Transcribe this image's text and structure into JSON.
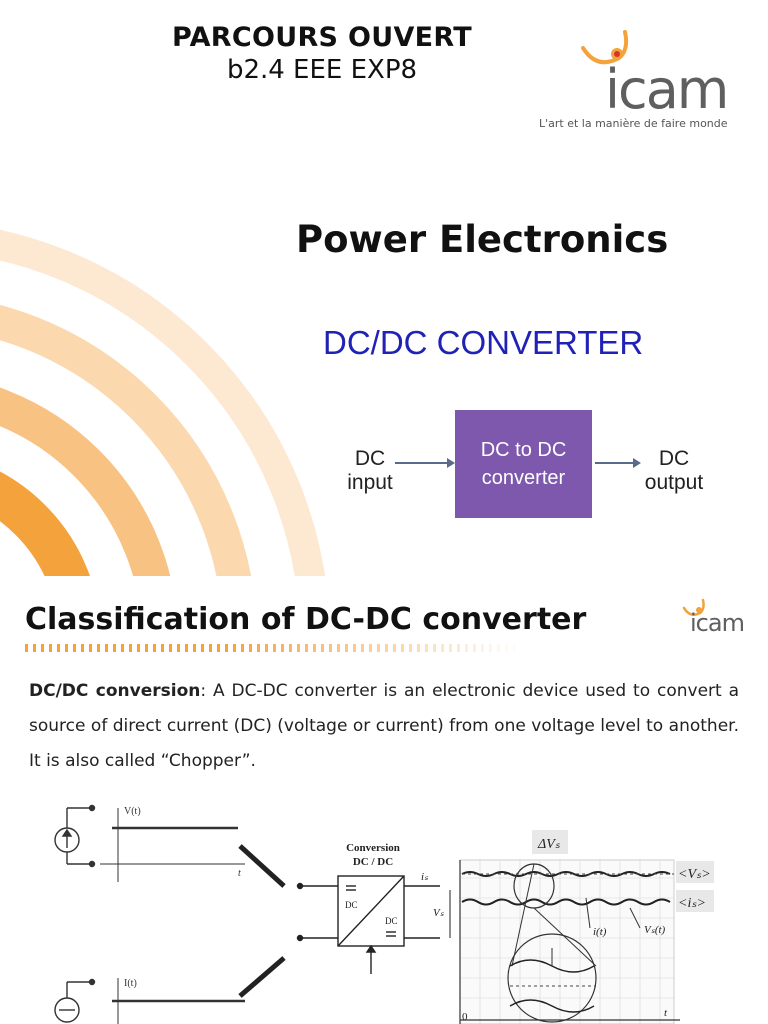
{
  "slide1": {
    "course_title": "PARCOURS OUVERT",
    "course_code": "b2.4 EEE EXP8",
    "logo": {
      "word": "icam",
      "tagline": "L'art et la manière de faire monde",
      "brand_color": "#f3a23c",
      "text_color": "#5f5f5f"
    },
    "title": "Power Electronics",
    "subtitle": "DC/DC CONVERTER",
    "block_diagram": {
      "input": [
        "DC",
        "input"
      ],
      "box": [
        "DC to DC",
        "converter"
      ],
      "output": [
        "DC",
        "output"
      ],
      "box_color": "#7d58ad"
    }
  },
  "slide2": {
    "title": "Classification of DC-DC converter",
    "logo_word": "icam",
    "term": "DC/DC conversion",
    "definition": ": A DC-DC converter is an electronic device used to convert a source of direct current (DC) (voltage or current) from one voltage level to another. It is also called “Chopper”.",
    "figure": {
      "voltage_axis": "V(t)",
      "current_axis": "I(t)",
      "time_axis": "t",
      "block_title": [
        "Conversion",
        "DC / DC"
      ],
      "block_in": "DC",
      "block_out": "DC",
      "i_s": "iₛ",
      "v_s": "Vₛ",
      "delta": "ΔVₛ",
      "avg_v": "<Vₛ>",
      "avg_i": "<iₛ>",
      "wave_i": "i(t)",
      "wave_v": "Vₛ(t)",
      "origin": "0",
      "t_label": "t"
    }
  }
}
